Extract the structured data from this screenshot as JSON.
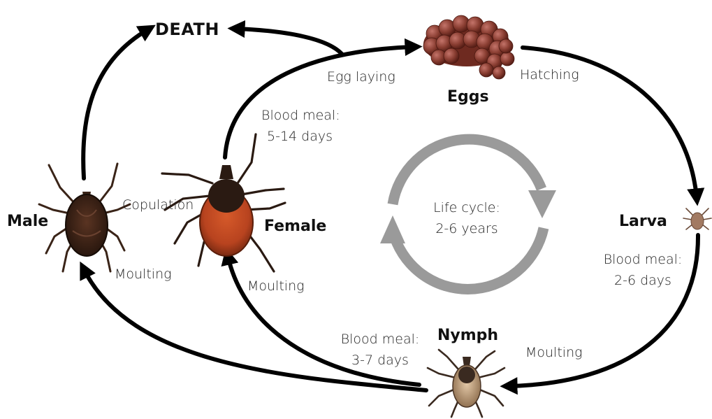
{
  "stages": {
    "death": "DEATH",
    "eggs": "Eggs",
    "male": "Male",
    "female": "Female",
    "larva": "Larva",
    "nymph": "Nymph"
  },
  "transitions": {
    "egg_laying": "Egg laying",
    "hatching": "Hatching",
    "copulation": "Copulation",
    "moulting_male": "Moulting",
    "moulting_female": "Moulting",
    "moulting_nymph": "Moulting"
  },
  "blood_meals": {
    "female": {
      "label": "Blood meal:",
      "duration": "5-14 days"
    },
    "larva": {
      "label": "Blood meal:",
      "duration": "2-6 days"
    },
    "nymph": {
      "label": "Blood meal:",
      "duration": "3-7 days"
    }
  },
  "life_cycle": {
    "label": "Life cycle:",
    "duration": "2-6 years"
  },
  "colors": {
    "arrow": "#000000",
    "cycle_arrow": "#999999",
    "tick_dark": "#2a1a12",
    "tick_red": "#b8431f",
    "egg": "#8a3e32"
  }
}
